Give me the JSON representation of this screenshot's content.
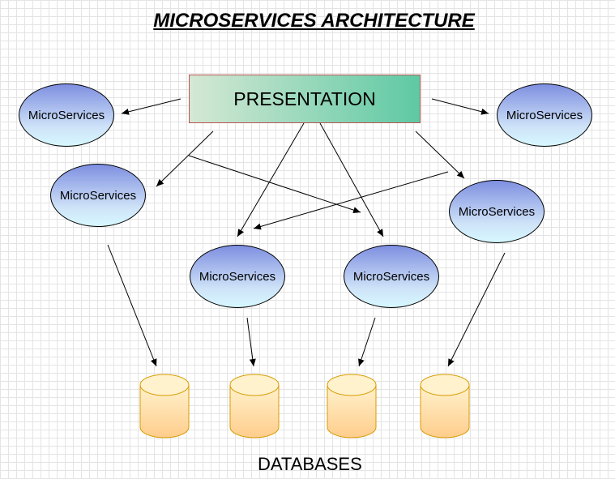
{
  "title": "MICROSERVICES ARCHITECTURE",
  "presentation_label": "PRESENTATION",
  "microservice_label": "MicroServices",
  "databases_label": "DATABASES",
  "colors": {
    "presentation_fill_start": "#d5e8d4",
    "presentation_fill_end": "#5ec9a4",
    "presentation_border": "#b85450",
    "microservice_fill_top": "#7e8fe0",
    "microservice_fill_bottom": "#d6f8ff",
    "database_fill": "#ffcd8c",
    "database_border": "#d79b00"
  }
}
